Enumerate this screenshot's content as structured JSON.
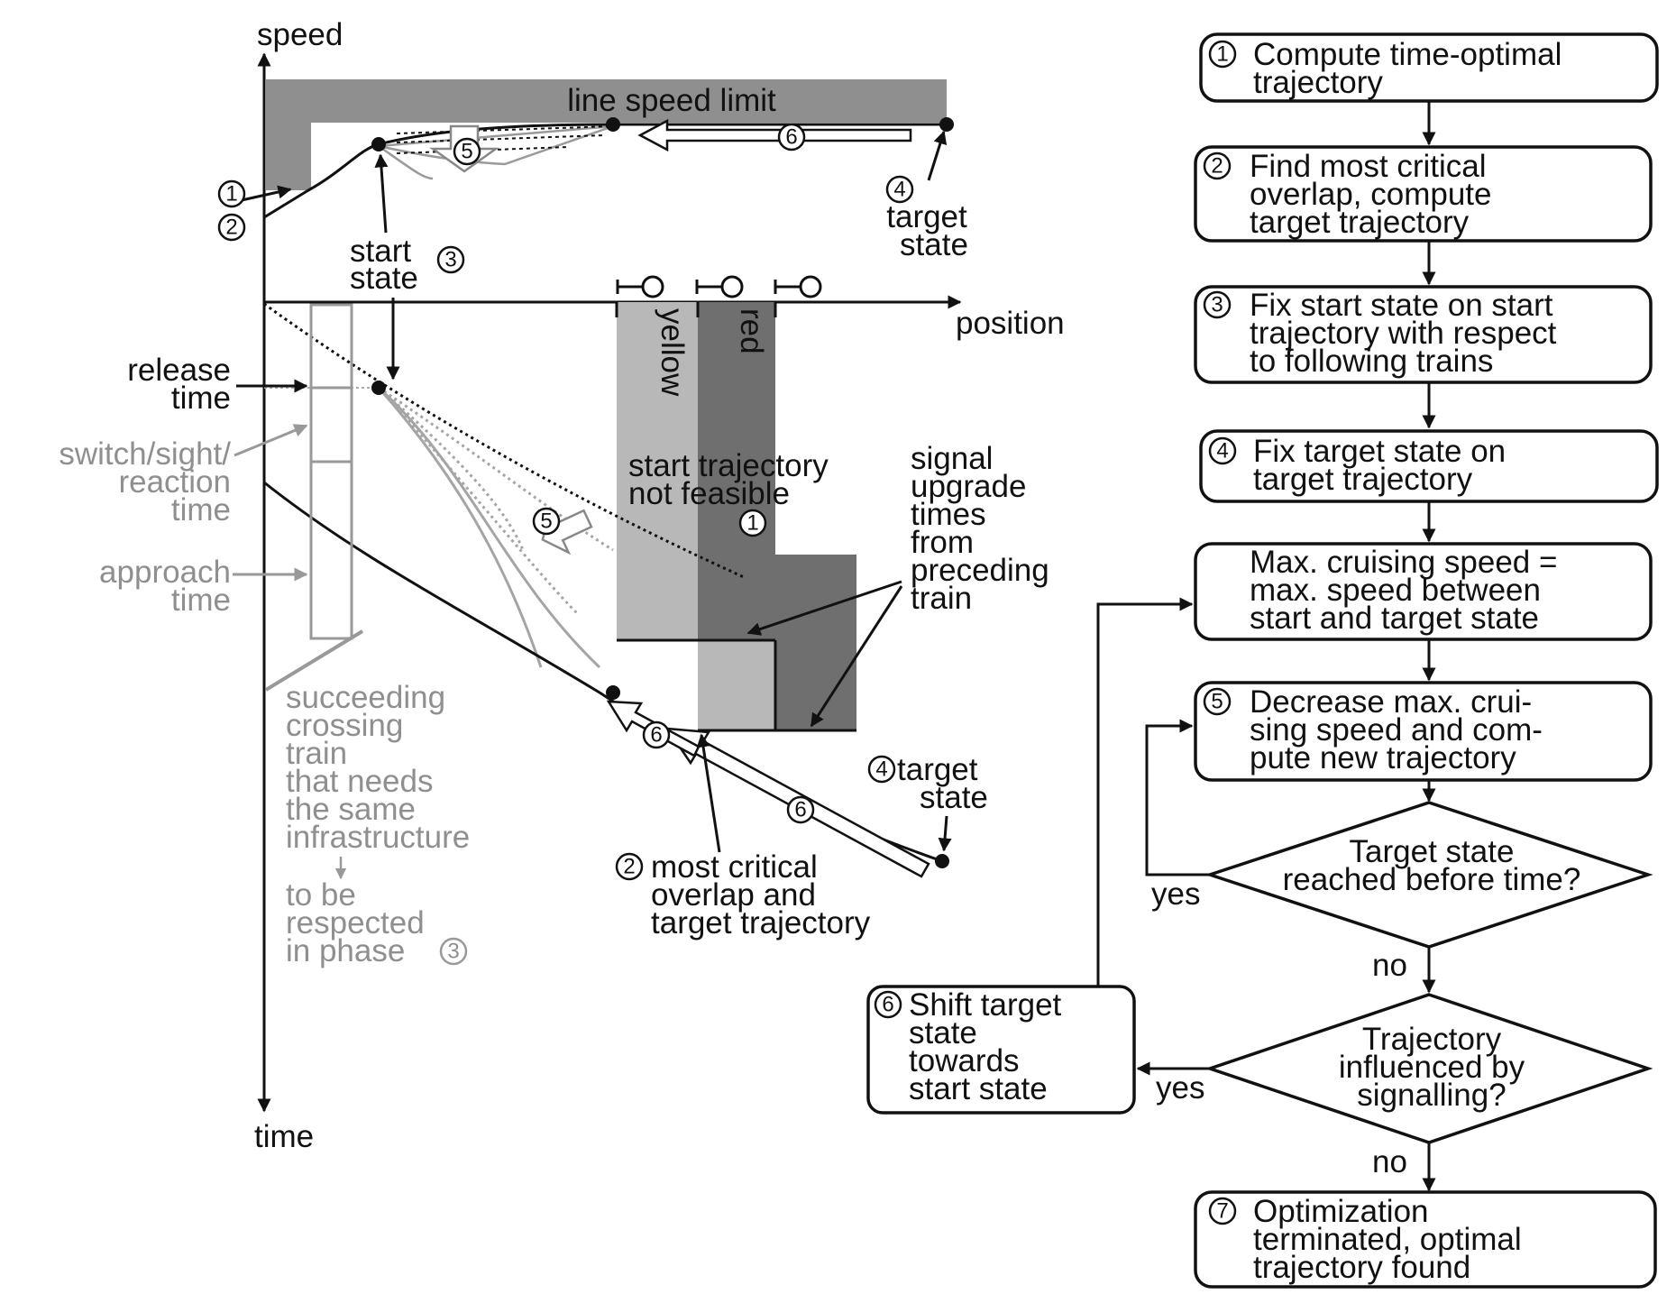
{
  "speed_diagram": {
    "axis_speed": "speed",
    "line_speed_limit": "line speed limit",
    "start_state": [
      "start",
      "state"
    ],
    "target_state": [
      "target",
      "state"
    ],
    "position_axis": "position",
    "markers": {
      "m1": "1",
      "m2": "2",
      "m3": "3",
      "m4": "4",
      "m5": "5",
      "m6": "6"
    }
  },
  "time_diagram": {
    "axis_time": "time",
    "release_time": [
      "release",
      "time"
    ],
    "switch_sight_reaction": [
      "switch/sight/",
      "reaction",
      "time"
    ],
    "approach": [
      "approach",
      "time"
    ],
    "aspects": {
      "yellow": "yellow",
      "red": "red"
    },
    "start_not_feasible": [
      "start trajectory",
      "not feasible"
    ],
    "signal_upgrade": [
      "signal",
      "upgrade",
      "times",
      "from",
      "preceding",
      "train"
    ],
    "target_state": [
      "target",
      "state"
    ],
    "most_critical": [
      "most critical",
      "overlap and",
      "target trajectory"
    ],
    "succeeding": [
      "succeeding",
      "crossing",
      "train",
      "that needs",
      "the same",
      "infrastructure"
    ],
    "respected": [
      "to be",
      "respected",
      "in phase"
    ],
    "markers": {
      "m1": "1",
      "m2": "2",
      "m3": "3",
      "m4": "4",
      "m5": "5",
      "m6": "6"
    }
  },
  "flowchart": {
    "step1": {
      "num": "1",
      "lines": [
        "Compute time-optimal",
        "trajectory"
      ]
    },
    "step2": {
      "num": "2",
      "lines": [
        "Find most critical",
        "overlap, compute",
        "target trajectory"
      ]
    },
    "step3": {
      "num": "3",
      "lines": [
        "Fix start state on start",
        "trajectory with respect",
        "to following trains"
      ]
    },
    "step4": {
      "num": "4",
      "lines": [
        "Fix target state on",
        "target trajectory"
      ]
    },
    "step_max": {
      "lines": [
        "Max. cruising speed =",
        "max. speed between",
        "start and target state"
      ]
    },
    "step5": {
      "num": "5",
      "lines": [
        "Decrease max. crui-",
        "sing speed and com-",
        "pute new trajectory"
      ]
    },
    "decision1": {
      "lines": [
        "Target state",
        "reached before time?"
      ]
    },
    "decision2": {
      "lines": [
        "Trajectory",
        "influenced by",
        "signalling?"
      ]
    },
    "step6": {
      "num": "6",
      "lines": [
        "Shift target",
        "state",
        "towards",
        "start state"
      ]
    },
    "step7": {
      "num": "7",
      "lines": [
        "Optimization",
        "terminated, optimal",
        "trajectory found"
      ]
    },
    "yes1": "yes",
    "no1": "no",
    "yes2": "yes",
    "no2": "no"
  }
}
